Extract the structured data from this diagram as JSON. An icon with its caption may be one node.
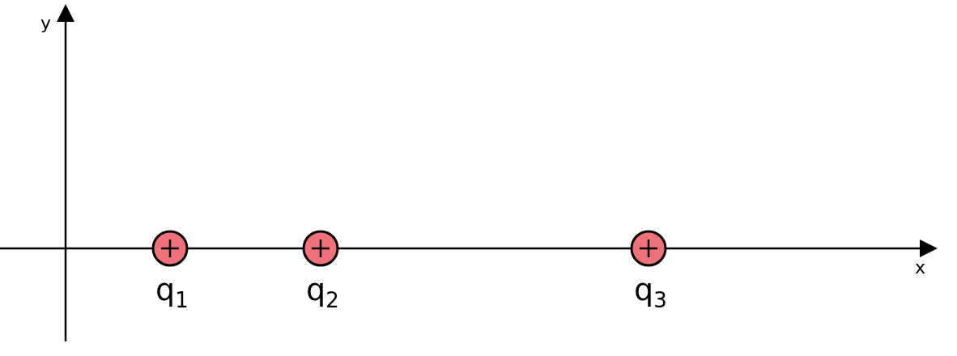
{
  "diagram": {
    "nodes": [
      {
        "text": [],
        "shape": "circle",
        "beside": [
          "q$_{1}$"
        ]
      },
      {
        "text": [],
        "shape": "circle",
        "beside": [
          "q$_{2}$"
        ]
      },
      {
        "text": [],
        "shape": "circle",
        "beside": [
          "q$_{3}$"
        ]
      }
    ],
    "labels": [
      "y",
      "x"
    ]
  }
}
